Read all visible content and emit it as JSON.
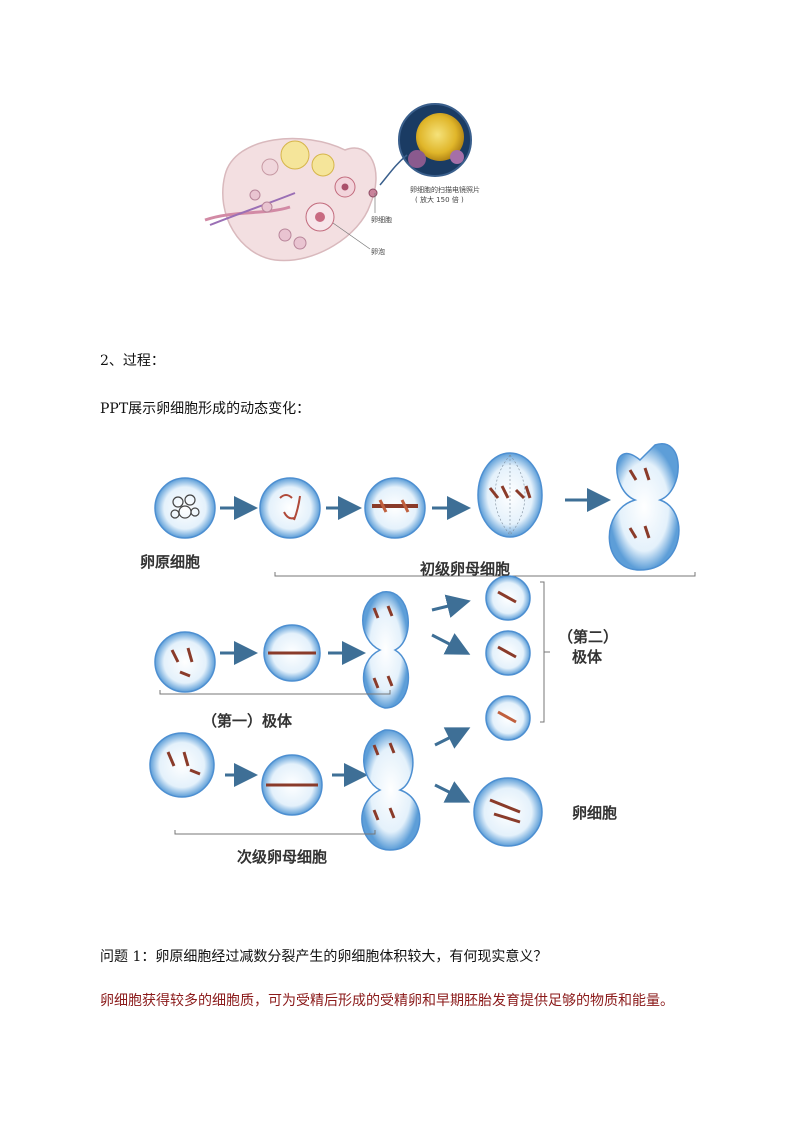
{
  "ovary_figure": {
    "egg_label": "卵细胞",
    "follicle_label": "卵泡",
    "sem_caption_line1": "卵细胞的扫描电镜照片",
    "sem_caption_line2": "( 放大 150 倍 )"
  },
  "section_heading": "2、过程：",
  "ppt_intro": "PPT展示卵细胞形成的动态变化：",
  "meiosis_diagram": {
    "oogonium": "卵原细胞",
    "primary_oocyte": "初级卵母细胞",
    "second_polar_body_line1": "（第二）",
    "second_polar_body_line2": "极体",
    "first_polar_body": "（第一）极体",
    "ovum": "卵细胞",
    "secondary_oocyte": "次级卵母细胞"
  },
  "question": "问题 1：卵原细胞经过减数分裂产生的卵细胞体积较大，有何现实意义？",
  "answer": "卵细胞获得较多的细胞质，可为受精后形成的受精卵和早期胚胎发育提供足够的物质和能量。",
  "colors": {
    "answer_text": "#8b1a1a",
    "cell_fill": "#cfe6f7",
    "cell_edge": "#4d8fd1",
    "arrow": "#3e6f96"
  }
}
